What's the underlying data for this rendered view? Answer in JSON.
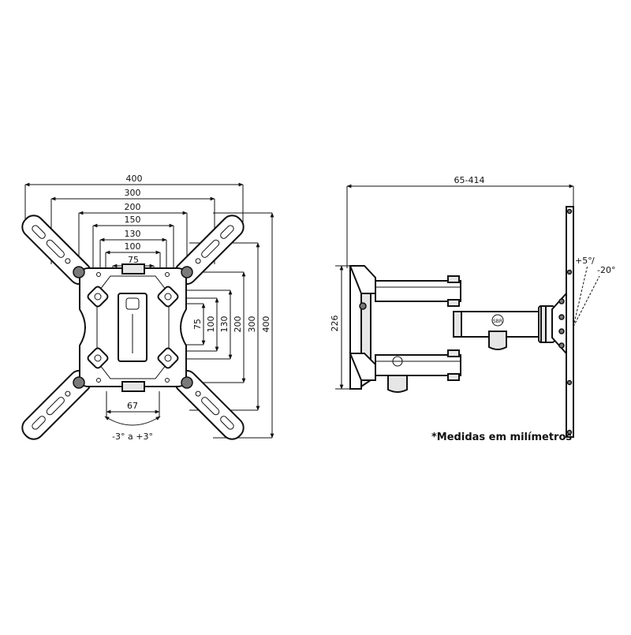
{
  "front_view": {
    "horizontal_dims": [
      "400",
      "300",
      "200",
      "150",
      "130",
      "100",
      "75"
    ],
    "vertical_dims": [
      "75",
      "100",
      "130",
      "200",
      "300",
      "400"
    ],
    "bottom_dim": "67",
    "tilt_range": "-3° a +3°"
  },
  "side_view": {
    "depth_dim": "65-414",
    "height_dim": "226",
    "tilt_up": "+5°",
    "tilt_separator": "/",
    "tilt_down": "-20°",
    "brand_logo": "SBR"
  },
  "footnote": "*Medidas em milímetros"
}
